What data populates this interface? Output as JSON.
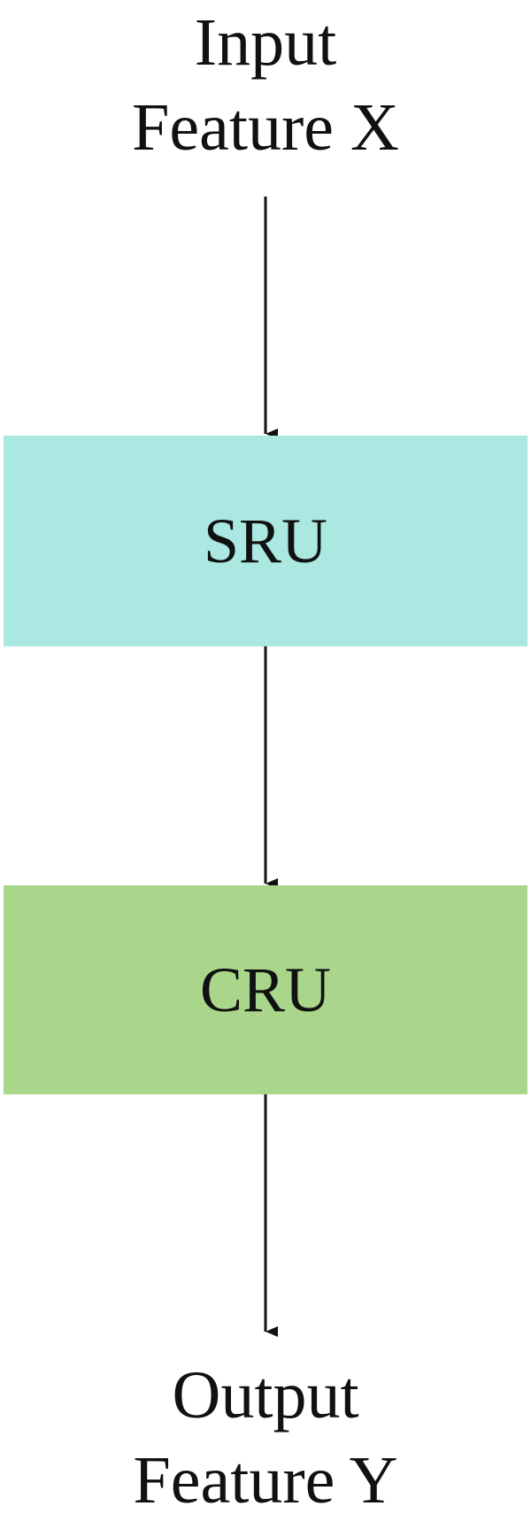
{
  "input": {
    "line1": "Input",
    "line2": "Feature X"
  },
  "blocks": [
    {
      "label": "SRU",
      "color": "#aae8e1"
    },
    {
      "label": "CRU",
      "color": "#a9d68b"
    }
  ],
  "output": {
    "line1": "Output",
    "line2": "Feature Y"
  },
  "colors": {
    "arrow": "#111111",
    "text": "#111111"
  }
}
